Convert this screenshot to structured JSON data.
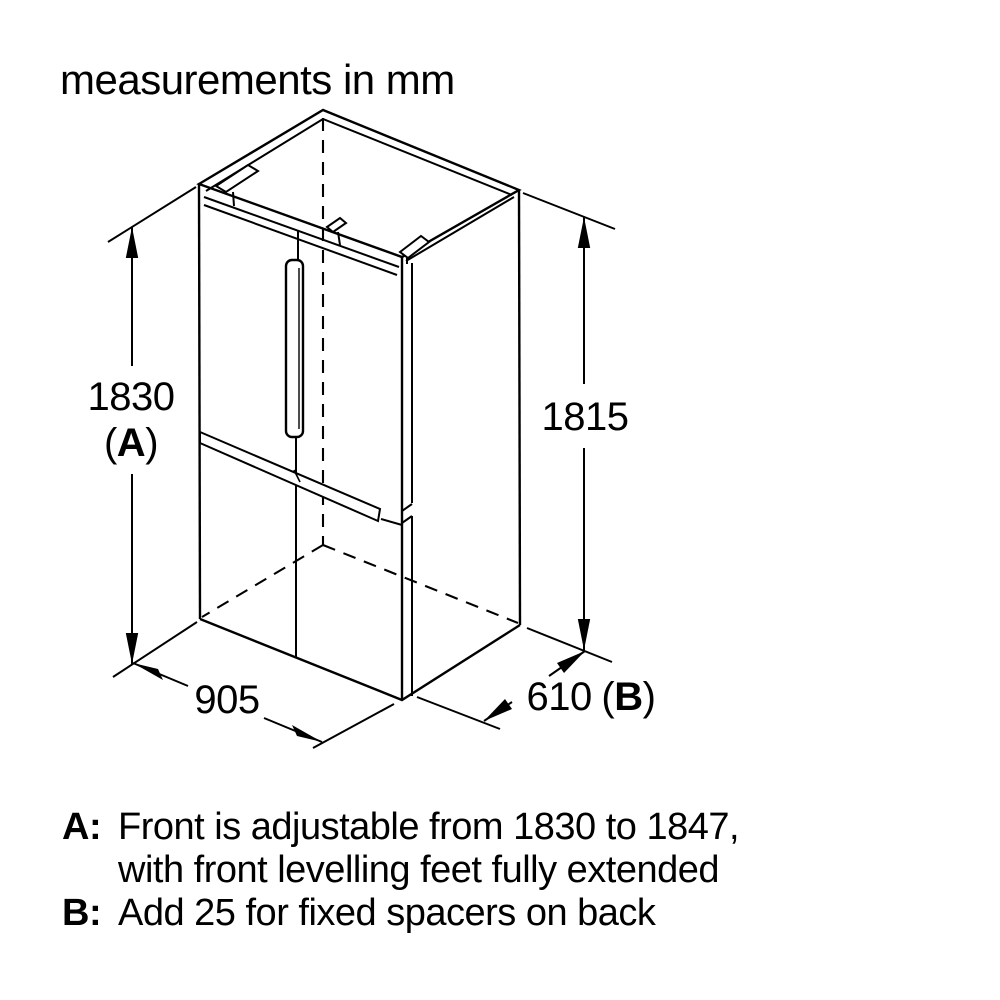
{
  "title": "measurements in mm",
  "dims": {
    "front_height": {
      "value": "1830",
      "pre": "(",
      "key": "A",
      "post": ")"
    },
    "back_height": {
      "value": "1815"
    },
    "width": {
      "value": "905"
    },
    "depth": {
      "value": "610",
      "pre": "(",
      "key": "B",
      "post": ")"
    }
  },
  "notes": {
    "a": {
      "key": "A:",
      "line1": "Front is adjustable from 1830 to 1847,",
      "line2": "with front levelling feet fully extended"
    },
    "b": {
      "key": "B:",
      "line1": "Add 25 for fixed spacers on back"
    }
  }
}
